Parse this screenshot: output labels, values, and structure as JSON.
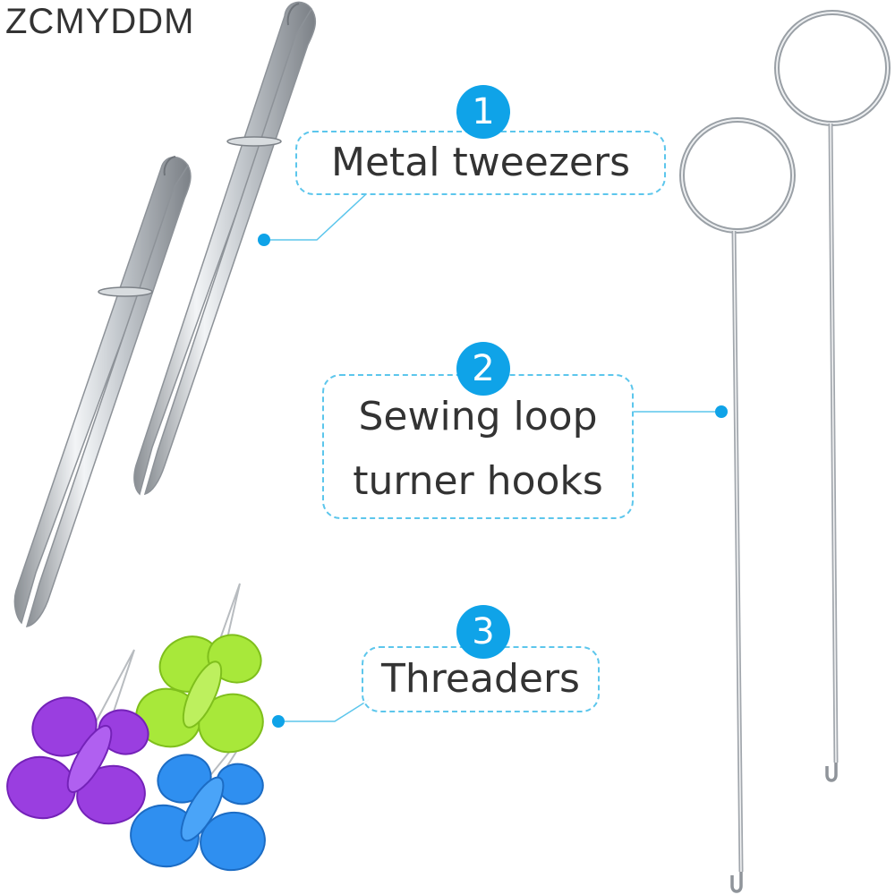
{
  "brand": "ZCMYDDM",
  "accent_color": "#0fa3e8",
  "callouts": [
    {
      "number": "1",
      "label": "Metal tweezers"
    },
    {
      "number": "2",
      "line1": "Sewing loop",
      "line2": "turner hooks"
    },
    {
      "number": "3",
      "label": "Threaders"
    }
  ],
  "threader_colors": {
    "purple": "#9a3ee0",
    "green": "#a8e83a",
    "blue": "#2f8ff0"
  }
}
